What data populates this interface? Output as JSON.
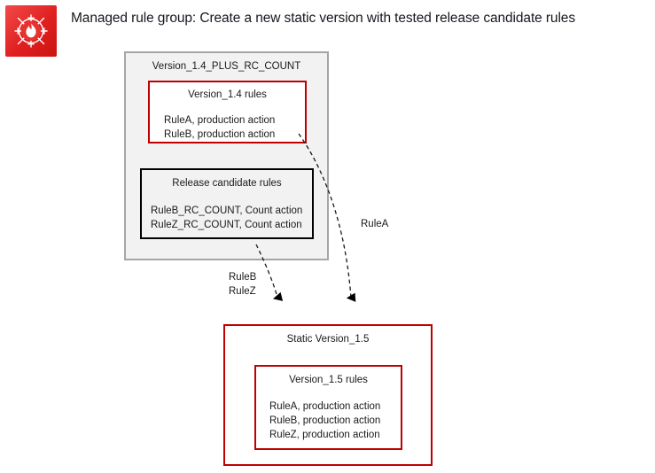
{
  "title": "Managed rule group: Create a new static version with tested release candidate rules",
  "icon": {
    "name": "aws-waf-icon",
    "color": "#e02020"
  },
  "colors": {
    "red": "#c00000",
    "black": "#000000",
    "gray_border": "#a6a6a6",
    "gray_fill": "#f2f2f2",
    "text": "#1a1a1a"
  },
  "group_container": {
    "label": "Version_1.4_PLUS_RC_COUNT"
  },
  "version14_box": {
    "label": "Version_1.4 rules",
    "rules": [
      "RuleA, production action",
      "RuleB, production action"
    ]
  },
  "release_candidate_box": {
    "label": "Release candidate rules",
    "rules": [
      "RuleB_RC_COUNT, Count action",
      "RuleZ_RC_COUNT, Count action"
    ]
  },
  "static_version_box": {
    "label": "Static Version_1.5"
  },
  "version15_box": {
    "label": "Version_1.5 rules",
    "rules": [
      "RuleA, production action",
      "RuleB, production action",
      "RuleZ, production action"
    ]
  },
  "arrows": [
    {
      "name": "rule-a-arrow",
      "labels": [
        "RuleA"
      ],
      "from": "Version_1.4 rules",
      "to": "Static Version_1.5"
    },
    {
      "name": "rule-b-z-arrow",
      "labels": [
        "RuleB",
        "RuleZ"
      ],
      "from": "Release candidate rules",
      "to": "Static Version_1.5"
    }
  ]
}
